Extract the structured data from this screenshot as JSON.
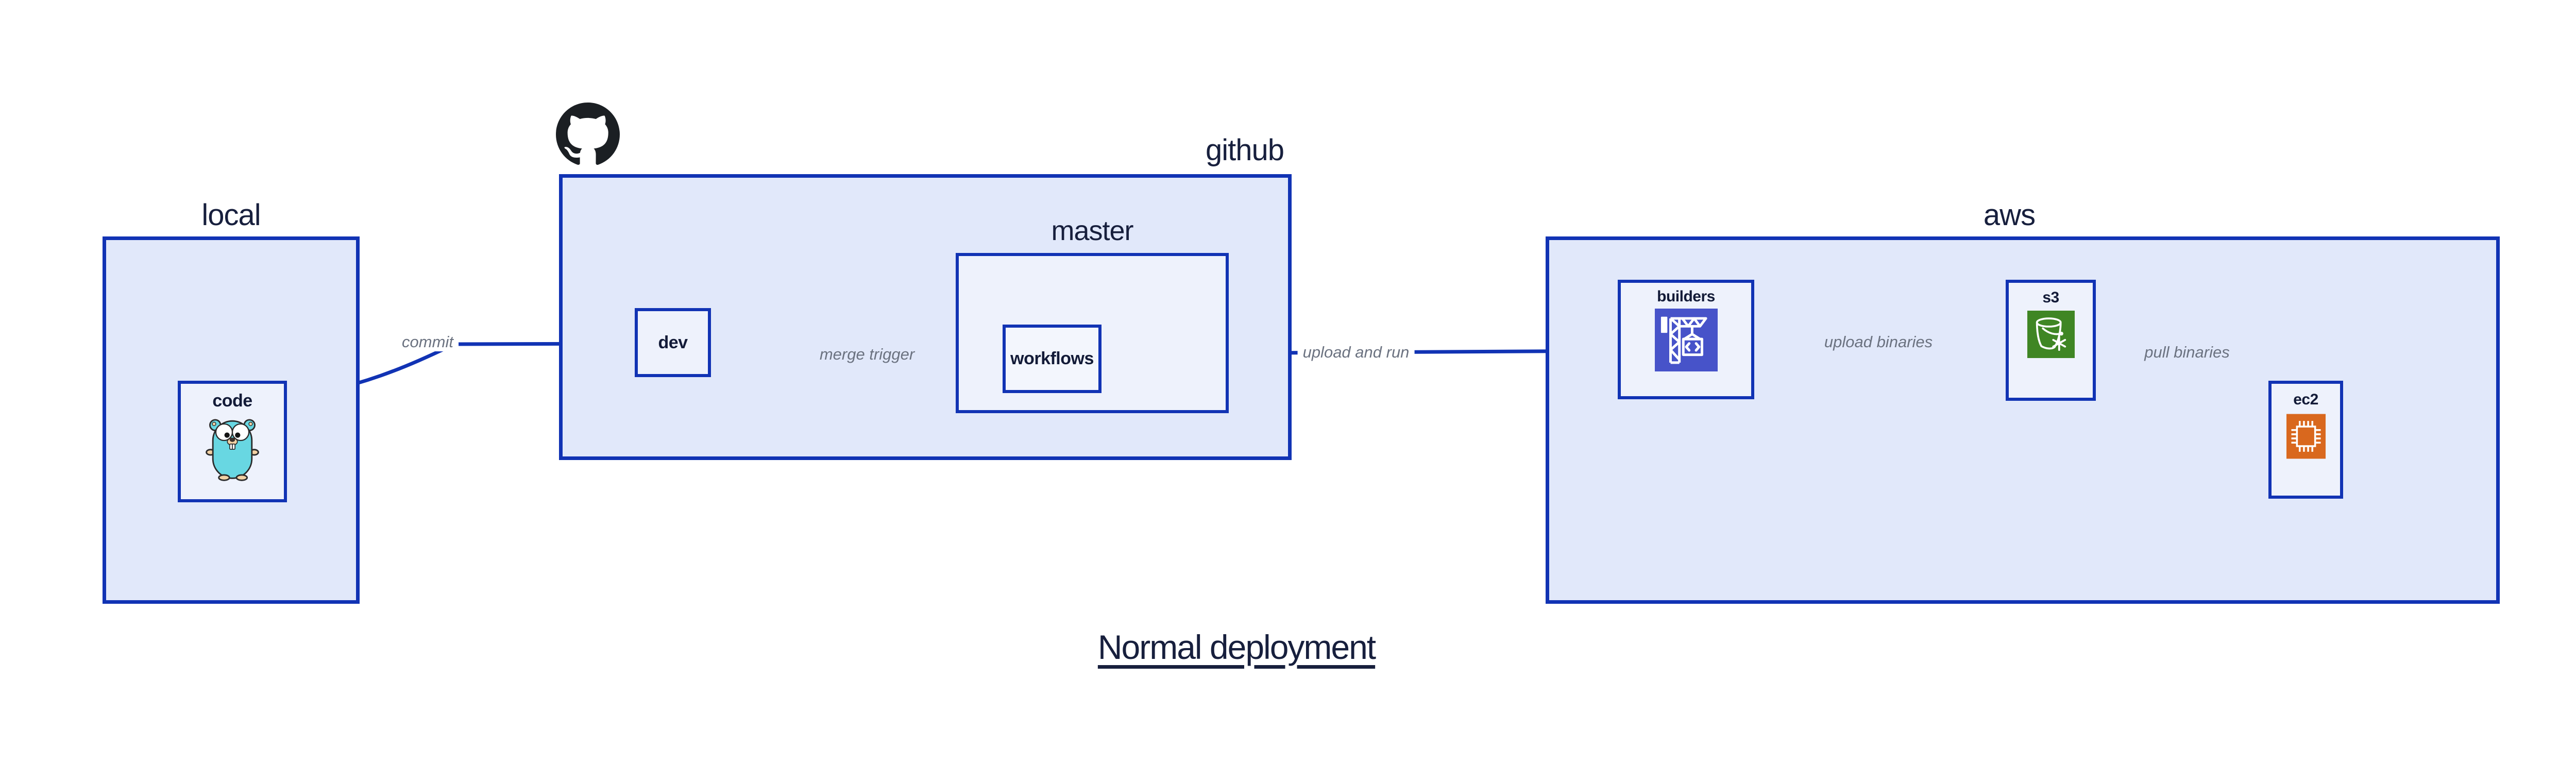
{
  "title": "Normal deployment",
  "colors": {
    "border_blue": "#1133b4",
    "container_fill": "#e1e8fa",
    "node_fill": "#eef2fc",
    "label_navy": "#171f3d",
    "edge_label_gray": "#6b7280",
    "codebuild_purple": "#4753c9",
    "s3_green": "#3f8624",
    "ec2_orange": "#d9681e",
    "octocat_black": "#1b1f23",
    "gopher_cyan": "#68d7e2"
  },
  "containers": {
    "local": {
      "label": "local"
    },
    "github": {
      "label": "github"
    },
    "master": {
      "label": "master"
    },
    "aws": {
      "label": "aws"
    }
  },
  "nodes": {
    "code": {
      "label": "code",
      "icon": "go-gopher"
    },
    "dev": {
      "label": "dev"
    },
    "workflows": {
      "label": "workflows"
    },
    "builders": {
      "label": "builders",
      "icon": "codebuild-crane"
    },
    "s3": {
      "label": "s3",
      "icon": "s3-glacier-bucket"
    },
    "ec2": {
      "label": "ec2",
      "icon": "ec2-chip"
    }
  },
  "edges": {
    "commit": {
      "label": "commit"
    },
    "merge_trigger": {
      "label": "merge trigger"
    },
    "upload_and_run": {
      "label": "upload and run"
    },
    "upload_binaries": {
      "label": "upload binaries"
    },
    "pull_binaries": {
      "label": "pull binaries"
    }
  }
}
